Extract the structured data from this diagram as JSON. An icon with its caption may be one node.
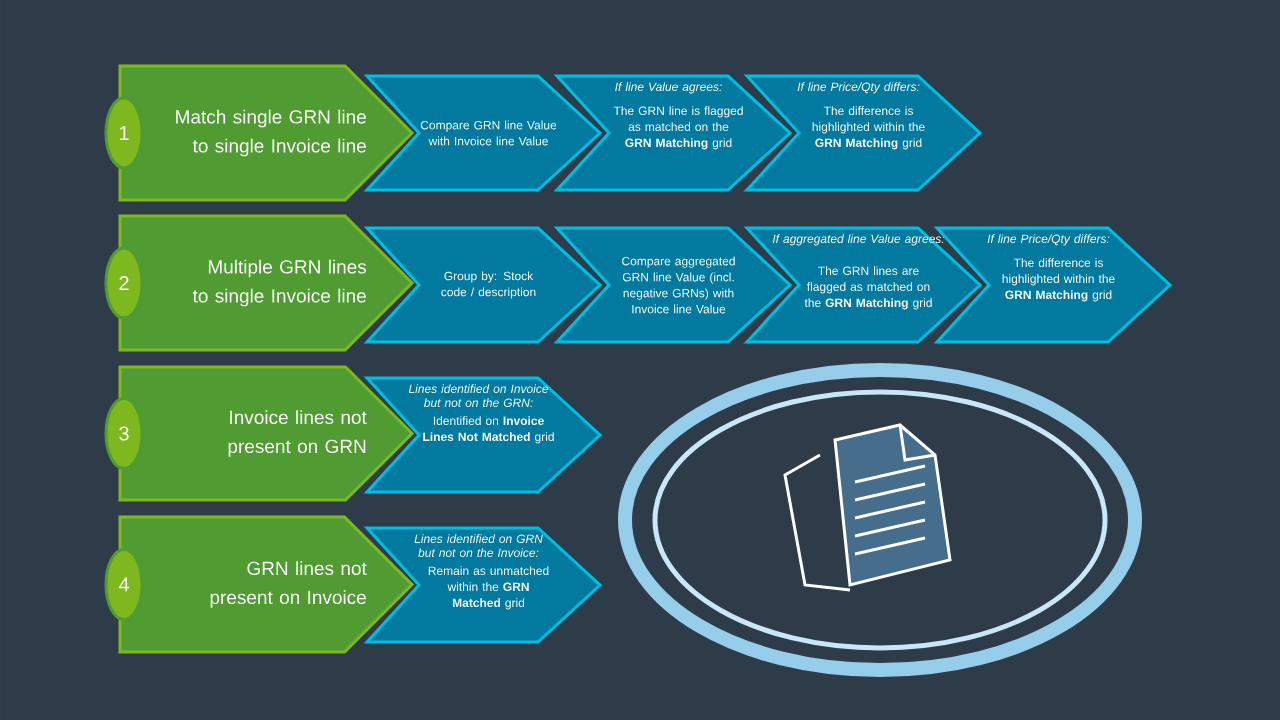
{
  "diagram": {
    "nodes": [
      {
        "text": [
          "1"
        ]
      },
      {
        "text": [
          "Match single GRN line to single Invoice line"
        ]
      },
      {
        "text": [
          "Compare GRN line Value with Invoice line Value"
        ]
      },
      {
        "text": [
          "If line Value agrees:",
          "The GRN line is flagged as matched on the **GRN Matching** grid"
        ]
      },
      {
        "text": [
          "If line Price/Qty differs:",
          "The difference is highlighted within the **GRN Matching** grid"
        ]
      },
      {
        "text": [
          "2"
        ]
      },
      {
        "text": [
          "Multiple GRN lines to single Invoice line"
        ]
      },
      {
        "text": [
          "Group by: Stock code / description"
        ]
      },
      {
        "text": [
          "Compare aggregated GRN line Value (incl. negative GRNs) with Invoice line Value"
        ]
      },
      {
        "text": [
          "If aggregated line Value agrees:",
          "The GRN lines are flagged as matched on the **GRN Matching** grid"
        ]
      },
      {
        "text": [
          "If line Price/Qty differs:",
          "The difference is highlighted within the **GRN Matching** grid"
        ]
      },
      {
        "text": [
          "3"
        ]
      },
      {
        "text": [
          "Invoice lines not present on GRN"
        ]
      },
      {
        "text": [
          "Lines identified on Invoice but not on the GRN:",
          "Identified on **Invoice Lines Not Matched** grid"
        ]
      },
      {
        "text": [
          "4"
        ]
      },
      {
        "text": [
          "GRN lines not present on Invoice"
        ]
      },
      {
        "text": [
          "Lines identified on GRN but not on the Invoice:",
          "Remain as unmatched within the **GRN Matched** grid"
        ]
      }
    ]
  }
}
